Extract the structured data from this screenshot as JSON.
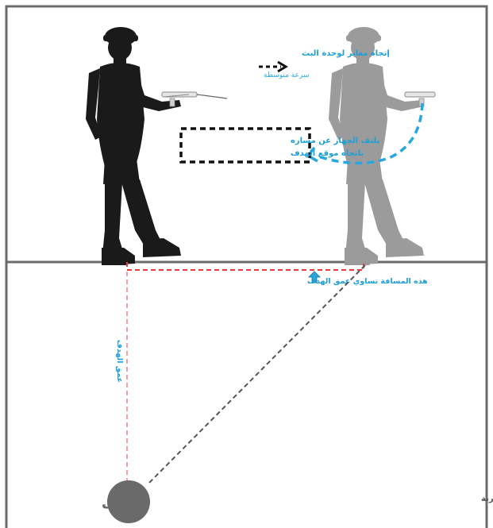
{
  "labels": {
    "direction": "إتجاه مغاير لوحدة البث",
    "speed": "سرعة متوسطة",
    "rotate_line1": "يلتف الجهاز عن مساره",
    "rotate_line2": "باتجاه موقع الهدف",
    "distance_note": "هذه المسافة تساوي عمق الهدف",
    "depth": "عمق الهدف",
    "target": "الهدف",
    "soil": "التربة"
  },
  "colors": {
    "frame": "#6b6b6b",
    "operator_dark": "#1a1a1a",
    "operator_light": "#9b9b9b",
    "accent_blue": "#29a8e0",
    "text_blue": "#1e9fd8",
    "red_dashed": "#e8393c",
    "pink_dashed": "#f4a0a0",
    "gray_dashed": "#555555",
    "target_circle": "#6a6a6a",
    "label_gray": "#6a6a6a"
  }
}
